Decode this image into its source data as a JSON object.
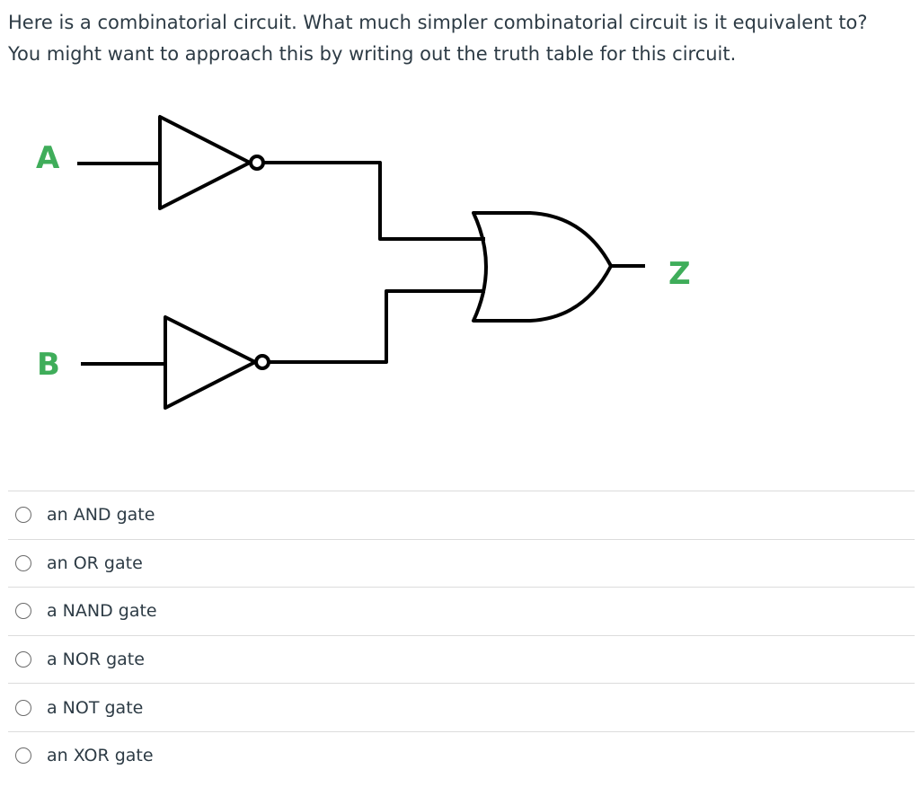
{
  "question": {
    "text": "Here is a combinatorial circuit. What much simpler combinatorial circuit is it equivalent to? You might want to approach this by writing out the truth table for this circuit."
  },
  "diagram": {
    "inputs": [
      "A",
      "B"
    ],
    "output": "Z",
    "gates": [
      "not-gate",
      "not-gate",
      "or-gate"
    ],
    "label_color": "#3fad5a",
    "wire_color": "#000000"
  },
  "answers": [
    {
      "label": "an AND gate"
    },
    {
      "label": "an OR gate"
    },
    {
      "label": "a NAND gate"
    },
    {
      "label": "a NOR gate"
    },
    {
      "label": "a NOT gate"
    },
    {
      "label": "an XOR gate"
    }
  ]
}
